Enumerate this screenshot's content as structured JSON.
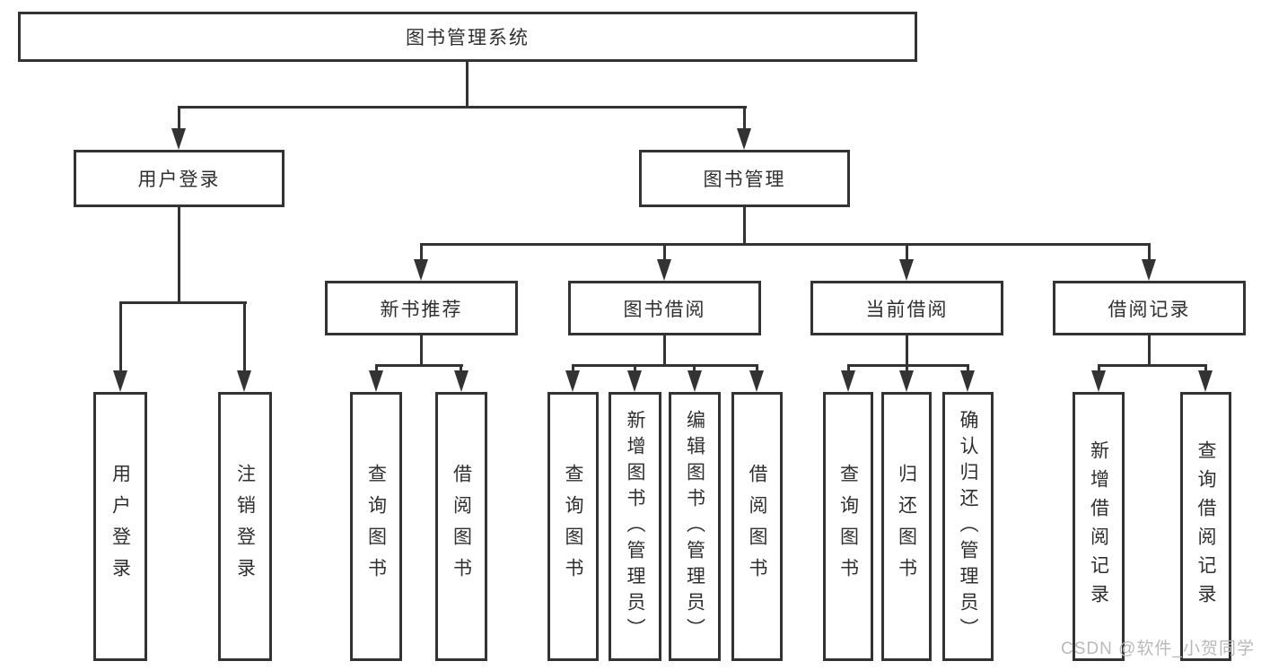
{
  "tree": {
    "label": "图书管理系统",
    "children": [
      {
        "label": "用户登录",
        "children": [
          {
            "label": "用户登录"
          },
          {
            "label": "注销登录"
          }
        ]
      },
      {
        "label": "图书管理",
        "children": [
          {
            "label": "新书推荐",
            "children": [
              {
                "label": "查询图书"
              },
              {
                "label": "借阅图书"
              }
            ]
          },
          {
            "label": "图书借阅",
            "children": [
              {
                "label": "查询图书"
              },
              {
                "label": "新增图书（管理员）"
              },
              {
                "label": "编辑图书（管理员）"
              },
              {
                "label": "借阅图书"
              }
            ]
          },
          {
            "label": "当前借阅",
            "children": [
              {
                "label": "查询图书"
              },
              {
                "label": "归还图书"
              },
              {
                "label": "确认归还（管理员）"
              }
            ]
          },
          {
            "label": "借阅记录",
            "children": [
              {
                "label": "新增借阅记录"
              },
              {
                "label": "查询借阅记录"
              }
            ]
          }
        ]
      }
    ]
  },
  "watermark": "CSDN @软件_小贺同学",
  "colors": {
    "line": "#333333",
    "text": "#2f2f2f",
    "watermark": "#b9b9b9",
    "background": "#ffffff"
  }
}
